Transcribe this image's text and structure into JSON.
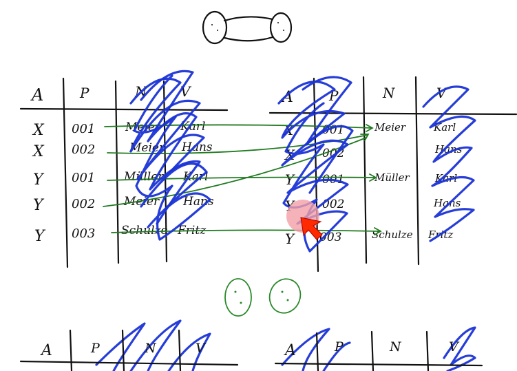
{
  "colors": {
    "ink": "#111111",
    "scribble": "#1a33d6",
    "arrow": "#1f7a1f",
    "green_ellipse": "#2a8a2a",
    "cursor": "#ff2a00",
    "cursor_halo": "#f2a0a8"
  },
  "left_table": {
    "headers": [
      "A",
      "P",
      "N",
      "V"
    ],
    "rows": [
      {
        "a": "X",
        "p": "001",
        "n": "Meier",
        "v": "Karl"
      },
      {
        "a": "X",
        "p": "002",
        "n": "Meier",
        "v": "Hans"
      },
      {
        "a": "Y",
        "p": "001",
        "n": "Müller",
        "v": "Karl"
      },
      {
        "a": "Y",
        "p": "002",
        "n": "Meier",
        "v": "Hans"
      },
      {
        "a": "Y",
        "p": "003",
        "n": "Schulze",
        "v": "Fritz"
      }
    ]
  },
  "right_table": {
    "headers": [
      "A",
      "P",
      "N",
      "V"
    ],
    "rows": [
      {
        "a": "X",
        "p": "001",
        "n": "Meier",
        "v": "Karl"
      },
      {
        "a": "X",
        "p": "002",
        "n": "",
        "v": "Hans"
      },
      {
        "a": "Y",
        "p": "001",
        "n": "Müller",
        "v": "Karl"
      },
      {
        "a": "Y",
        "p": "002",
        "n": "",
        "v": "Hans"
      },
      {
        "a": "Y",
        "p": "003",
        "n": "Schulze",
        "v": "Fritz"
      }
    ]
  },
  "bottom_left_table": {
    "headers": [
      "A",
      "P",
      "N",
      "V"
    ]
  },
  "bottom_right_table": {
    "headers": [
      "A",
      "P",
      "N",
      "V"
    ]
  }
}
